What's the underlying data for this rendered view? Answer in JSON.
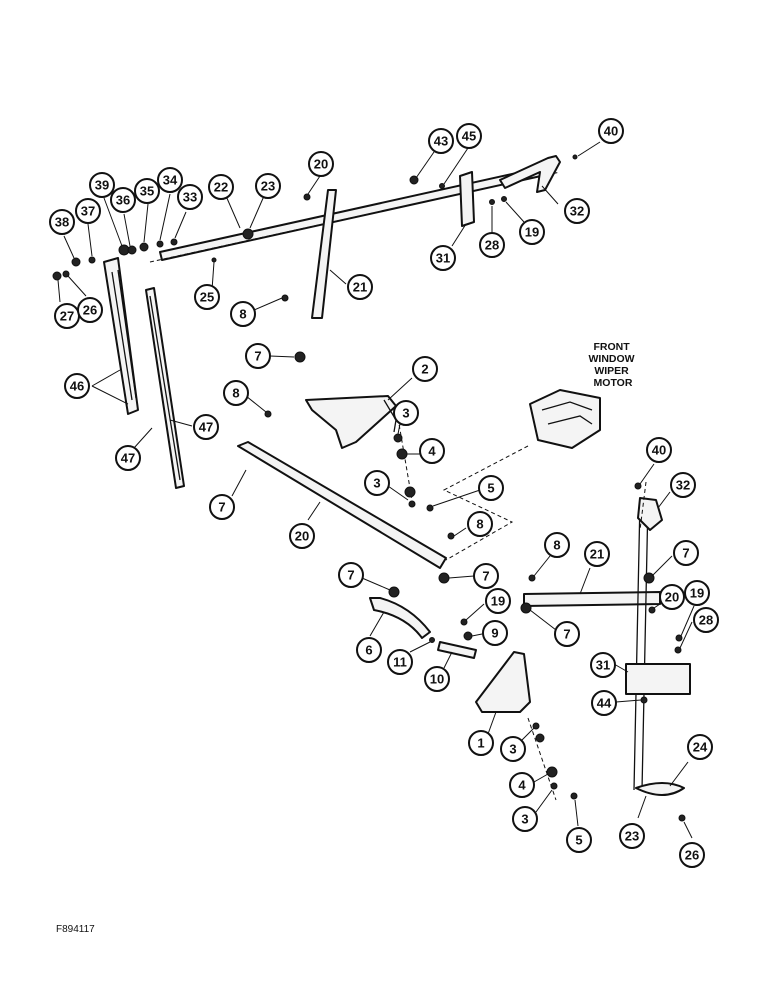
{
  "figure_id": "F894117",
  "motor_label": [
    "FRONT",
    "WINDOW",
    "WIPER",
    "MOTOR"
  ],
  "callouts": [
    "1",
    "2",
    "3",
    "4",
    "5",
    "6",
    "7",
    "8",
    "9",
    "10",
    "11",
    "19",
    "20",
    "21",
    "22",
    "23",
    "24",
    "25",
    "26",
    "27",
    "28",
    "31",
    "32",
    "33",
    "34",
    "35",
    "36",
    "37",
    "38",
    "39",
    "40",
    "43",
    "44",
    "45",
    "46",
    "47"
  ]
}
